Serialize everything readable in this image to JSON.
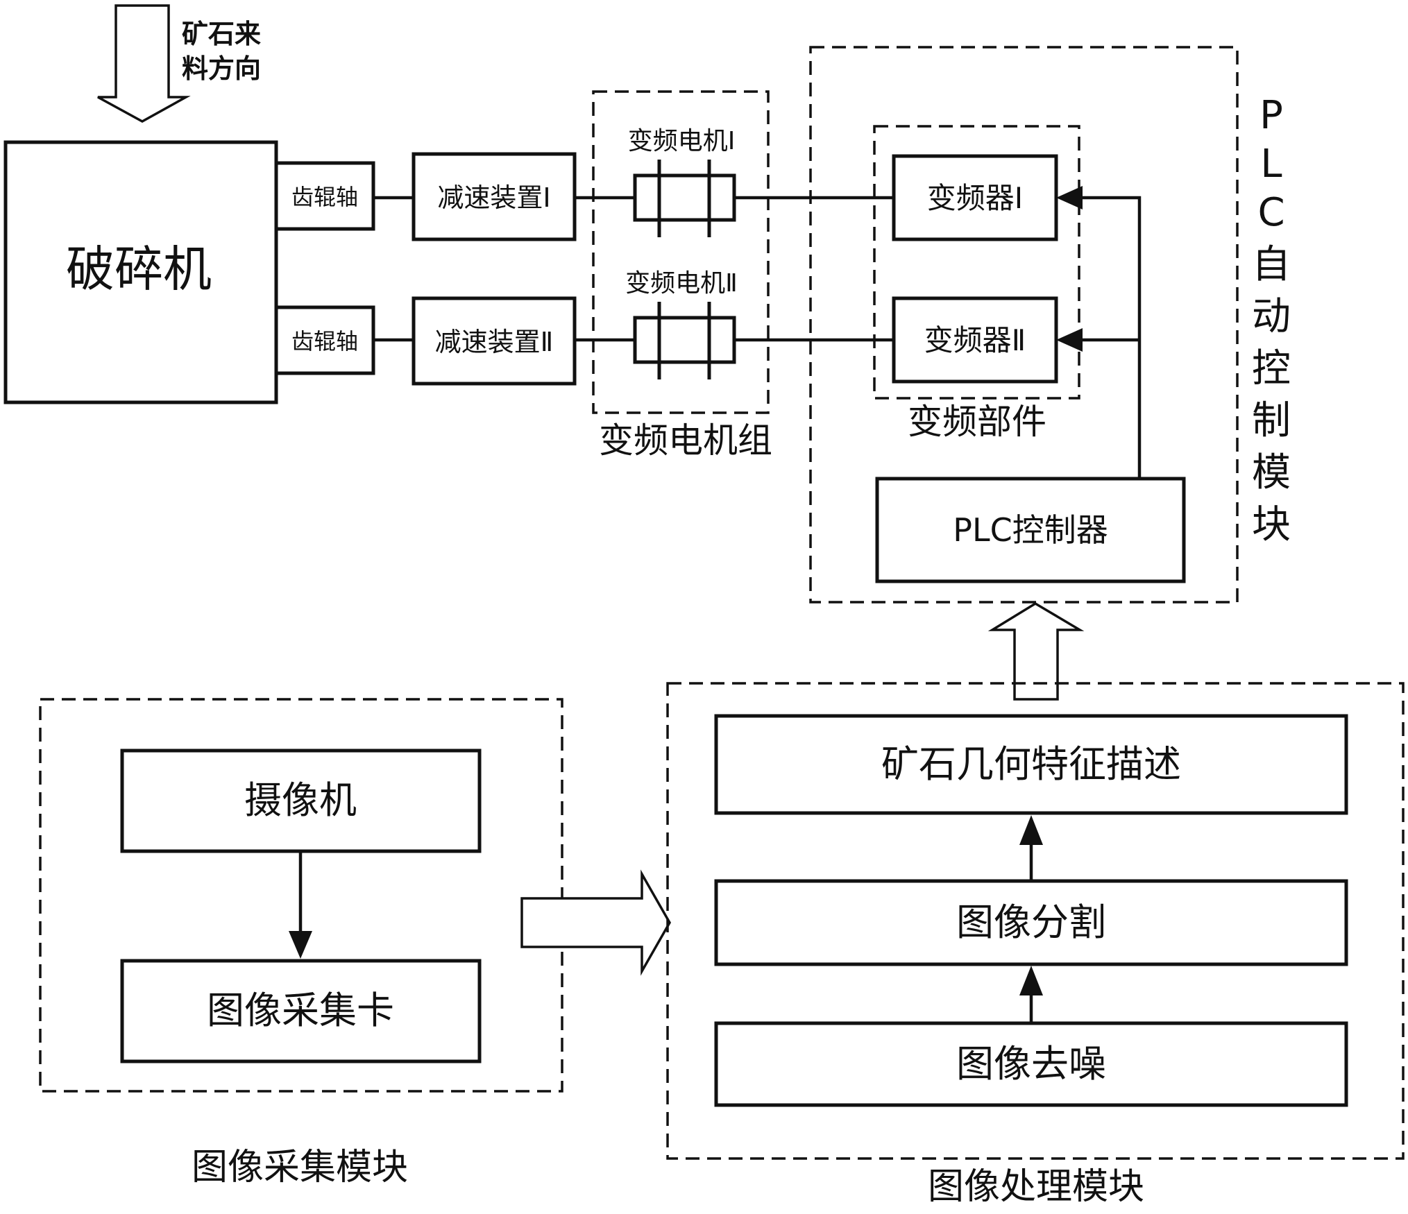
{
  "ore_feed_direction": "矿石来料方向",
  "crusher": "破碎机",
  "roller_shaft_1": "齿辊轴",
  "roller_shaft_2": "齿辊轴",
  "reducer_1": "减速装置Ⅰ",
  "reducer_2": "减速装置Ⅱ",
  "motor_1": "变频电机Ⅰ",
  "motor_2": "变频电机Ⅱ",
  "motor_group": "变频电机组",
  "inverter_1": "变频器Ⅰ",
  "inverter_2": "变频器Ⅱ",
  "inverter_unit": "变频部件",
  "plc_controller": "PLC控制器",
  "plc_module_title": "PLC自动控制模块",
  "camera": "摄像机",
  "capture_card": "图像采集卡",
  "acquisition_module": "图像采集模块",
  "feature_description": "矿石几何特征描述",
  "segmentation": "图像分割",
  "denoising": "图像去噪",
  "processing_module": "图像处理模块"
}
